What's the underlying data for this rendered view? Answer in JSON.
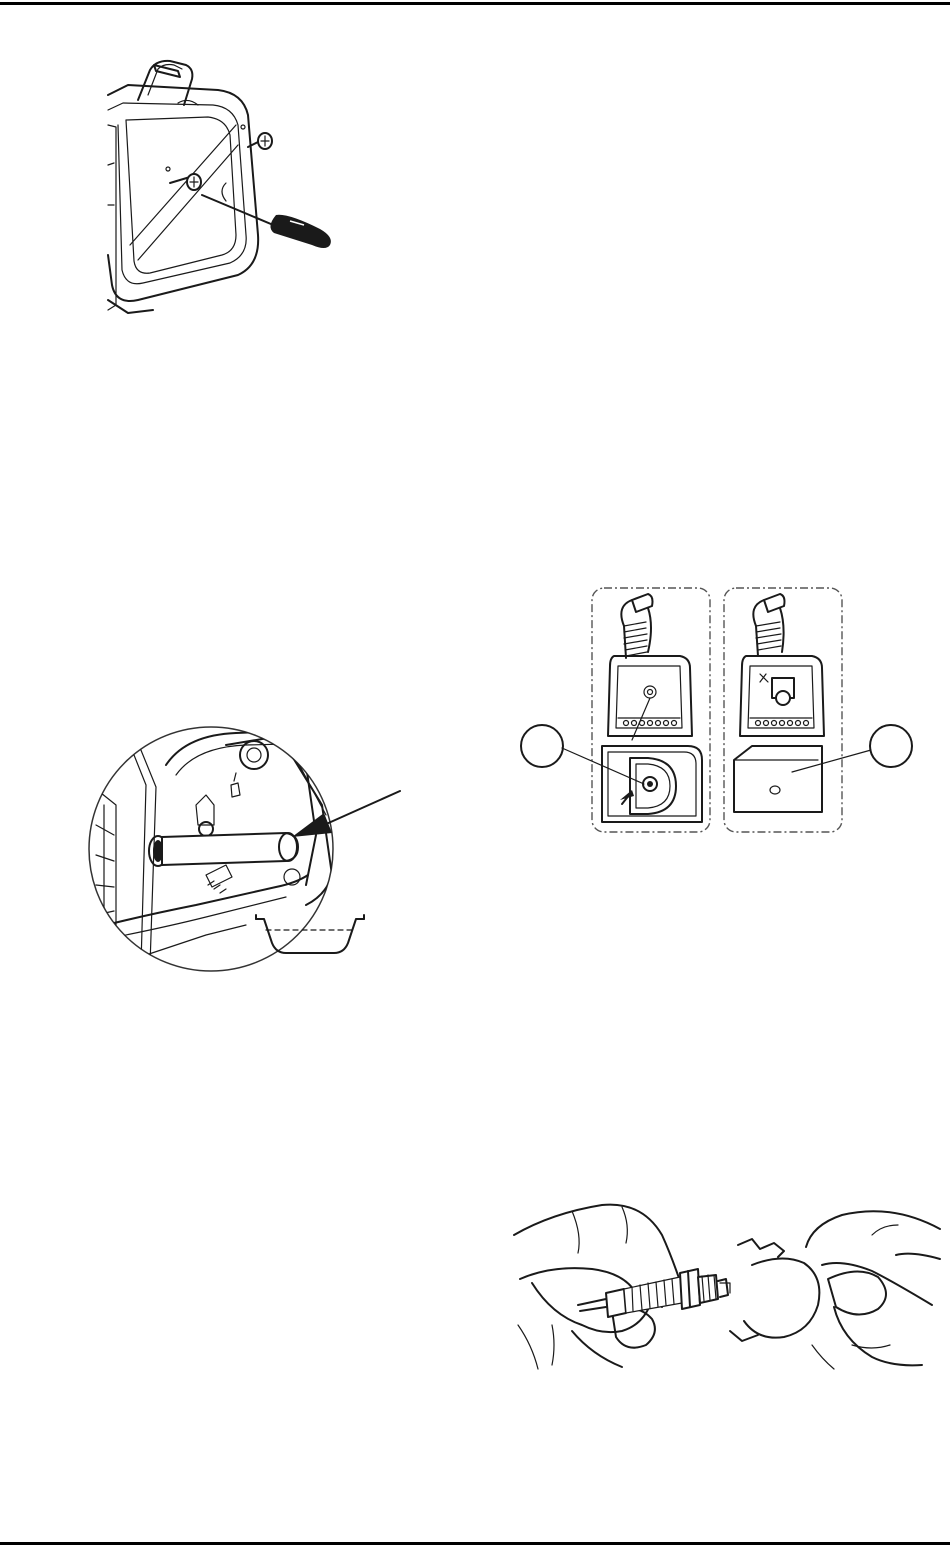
{
  "page": {
    "figures": [
      {
        "id": "cover-removal",
        "icons": [
          "generator-side-cover",
          "screw",
          "screwdriver"
        ]
      },
      {
        "id": "oil-drain",
        "icons": [
          "drain-plug",
          "funnel-arrow",
          "drain-pan"
        ]
      },
      {
        "id": "air-filter",
        "callouts": [
          "",
          ""
        ],
        "icons": [
          "air-filter-cover-d",
          "foam-filter-element"
        ]
      },
      {
        "id": "spark-plug",
        "icons": [
          "spark-plug",
          "spark-plug-gap-tool",
          "hands"
        ]
      }
    ]
  }
}
